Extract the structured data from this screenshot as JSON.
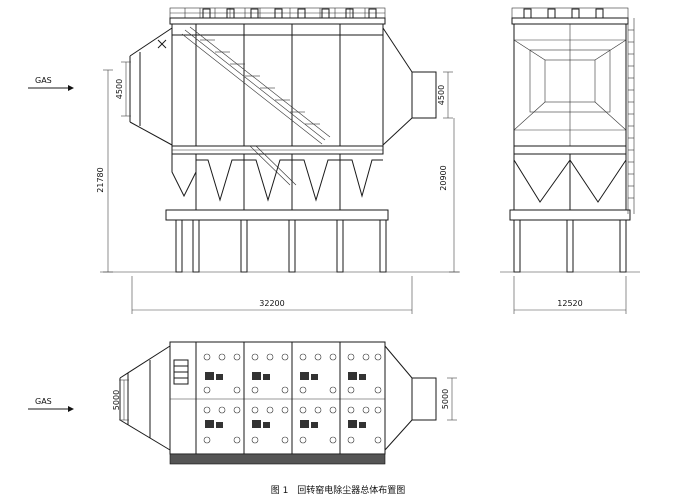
{
  "labels": {
    "gas_top": "GAS",
    "gas_bottom": "GAS",
    "dim_inlet_height_left": "4500",
    "dim_outlet_height_right": "4500",
    "dim_total_height": "21780",
    "dim_support_height": "20900",
    "dim_total_length": "32200",
    "dim_side_width": "12520",
    "dim_plan_inlet": "5000",
    "dim_plan_outlet": "5000",
    "caption": "图 1　回转窑电除尘器总体布置图"
  }
}
